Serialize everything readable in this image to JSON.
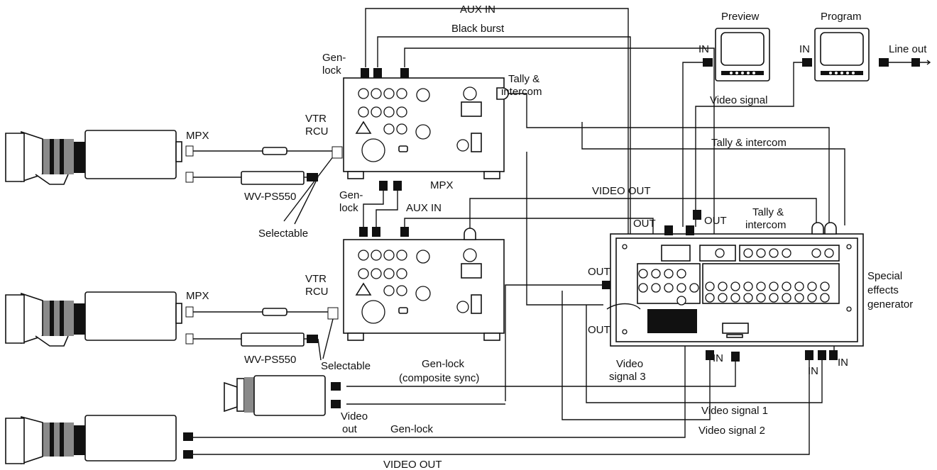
{
  "labels": {
    "aux_in_top": "AUX IN",
    "black_burst": "Black burst",
    "gen_lock_top": "Gen-",
    "gen_lock_top2": "lock",
    "tally_intercom_top": "Tally &",
    "tally_intercom_top2": "intercom",
    "preview": "Preview",
    "program": "Program",
    "in_preview": "IN",
    "in_program": "IN",
    "line_out": "Line out",
    "video_signal_mon": "Video signal",
    "tally_intercom_mid": "Tally & intercom",
    "mpx_cam1": "MPX",
    "vtr1": "VTR",
    "rcu1": "RCU",
    "wvps_1": "WV-PS550",
    "gen_lock_mid": "Gen-",
    "gen_lock_mid2": "lock",
    "mpx_mid": "MPX",
    "aux_in_mid": "AUX IN",
    "video_out_mid": "VIDEO OUT",
    "selectable_1": "Selectable",
    "out_a": "OUT",
    "out_b": "OUT",
    "tally_intercom_sfx": "Tally &",
    "tally_intercom_sfx2": "intercom",
    "out_c": "OUT",
    "out_d": "OUT",
    "special": "Special",
    "effects": "effects",
    "generator": "generator",
    "mpx_cam2": "MPX",
    "vtr2": "VTR",
    "rcu2": "RCU",
    "wvps_2": "WV-PS550",
    "selectable_2": "Selectable",
    "gen_lock_cs": "Gen-lock",
    "composite_sync": "(composite sync)",
    "video_signal3": "Video",
    "video_signal3b": "signal 3",
    "in_a": "IN",
    "in_b": "IN",
    "in_c": "IN",
    "video_out_cam3": "Video",
    "video_out_cam3b": "out",
    "gen_lock_bottom": "Gen-lock",
    "video_signal1": "Video signal 1",
    "video_signal2": "Video signal 2",
    "video_out_bottom": "VIDEO OUT"
  },
  "icons": [
    "camera-icon",
    "monitor-icon",
    "power-supply-icon",
    "bnc-connector-icon",
    "camera-control-unit-icon",
    "special-effects-generator-icon"
  ]
}
